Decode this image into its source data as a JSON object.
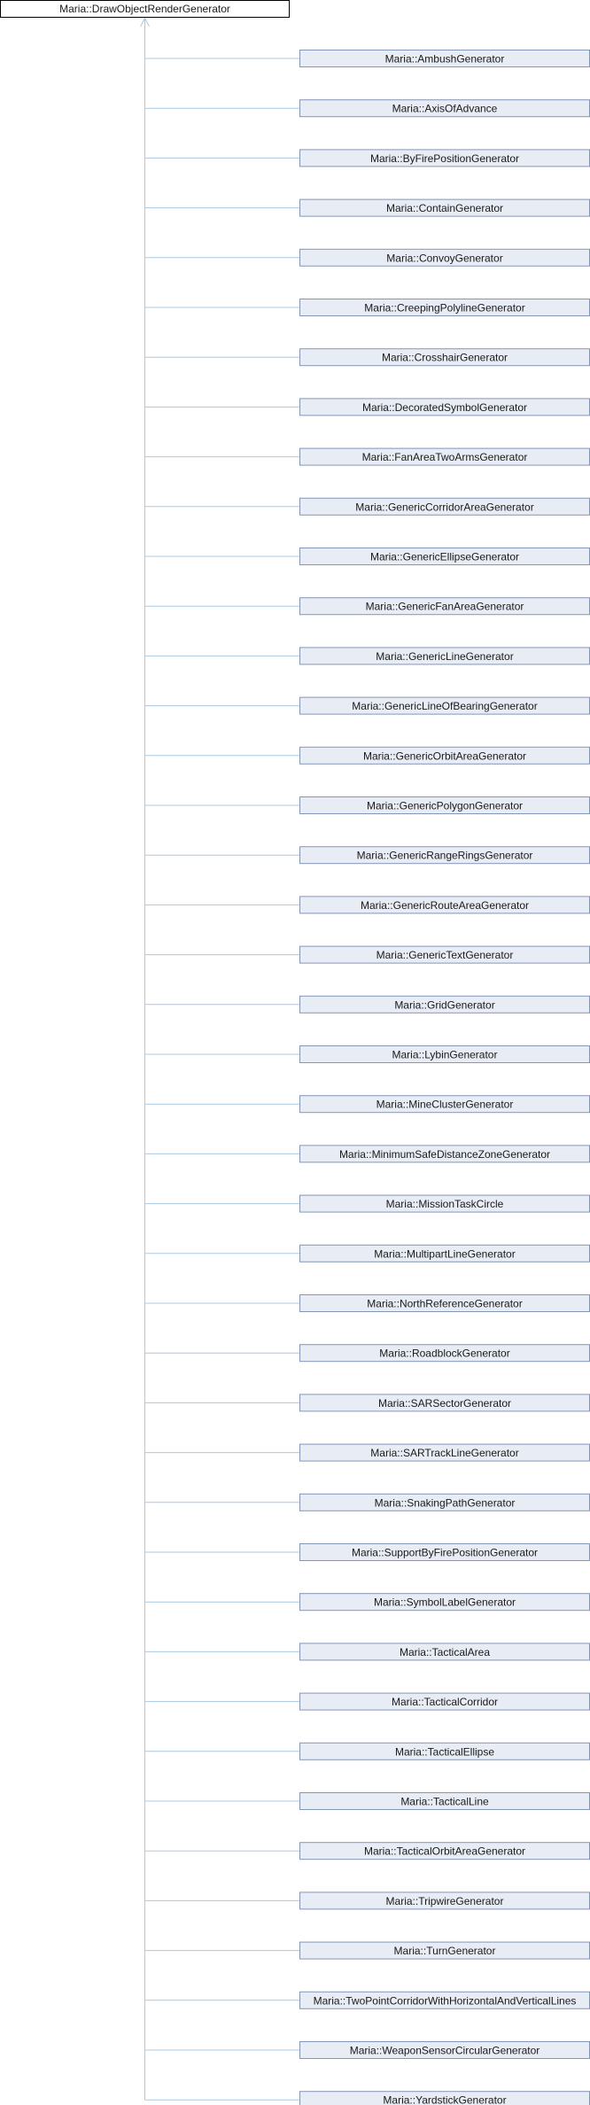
{
  "diagram": {
    "base": "Maria::DrawObjectRenderGenerator",
    "children": [
      "Maria::AmbushGenerator",
      "Maria::AxisOfAdvance",
      "Maria::ByFirePositionGenerator",
      "Maria::ContainGenerator",
      "Maria::ConvoyGenerator",
      "Maria::CreepingPolylineGenerator",
      "Maria::CrosshairGenerator",
      "Maria::DecoratedSymbolGenerator",
      "Maria::FanAreaTwoArmsGenerator",
      "Maria::GenericCorridorAreaGenerator",
      "Maria::GenericEllipseGenerator",
      "Maria::GenericFanAreaGenerator",
      "Maria::GenericLineGenerator",
      "Maria::GenericLineOfBearingGenerator",
      "Maria::GenericOrbitAreaGenerator",
      "Maria::GenericPolygonGenerator",
      "Maria::GenericRangeRingsGenerator",
      "Maria::GenericRouteAreaGenerator",
      "Maria::GenericTextGenerator",
      "Maria::GridGenerator",
      "Maria::LybinGenerator",
      "Maria::MineClusterGenerator",
      "Maria::MinimumSafeDistanceZoneGenerator",
      "Maria::MissionTaskCircle",
      "Maria::MultipartLineGenerator",
      "Maria::NorthReferenceGenerator",
      "Maria::RoadblockGenerator",
      "Maria::SARSectorGenerator",
      "Maria::SARTrackLineGenerator",
      "Maria::SnakingPathGenerator",
      "Maria::SupportByFirePositionGenerator",
      "Maria::SymbolLabelGenerator",
      "Maria::TacticalArea",
      "Maria::TacticalCorridor",
      "Maria::TacticalEllipse",
      "Maria::TacticalLine",
      "Maria::TacticalOrbitAreaGenerator",
      "Maria::TripwireGenerator",
      "Maria::TurnGenerator",
      "Maria::TwoPointCorridorWithHorizontalAndVerticalLines",
      "Maria::WeaponSensorCircularGenerator",
      "Maria::YardstickGenerator"
    ]
  }
}
